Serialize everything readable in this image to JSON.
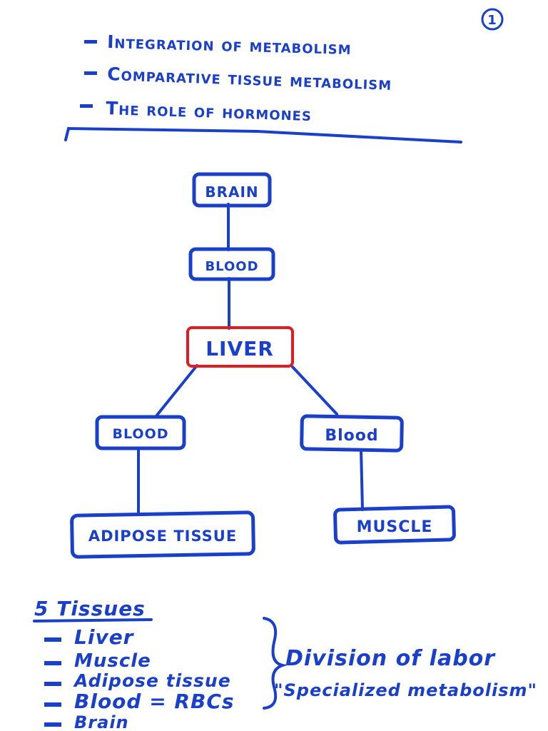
{
  "page_number": "1",
  "topics": [
    "Integration of metabolism",
    "Comparative tissue metabolism",
    "The role of hormones"
  ],
  "diagram": {
    "nodes": {
      "brain": "BRAIN",
      "blood_top": "BLOOD",
      "liver": "LIVER",
      "blood_left": "BLOOD",
      "blood_right": "Blood",
      "adipose": "ADIPOSE TISSUE",
      "muscle": "MUSCLE"
    },
    "colors": {
      "ink": "#1a3fc9",
      "highlight": "#e11b22"
    }
  },
  "tissues": {
    "heading": "5 Tissues",
    "items": [
      "Liver",
      "Muscle",
      "Adipose tissue",
      "Blood = RBCs",
      "Brain"
    ],
    "note_line1": "Division of labor",
    "note_line2": "\"Specialized metabolism\""
  }
}
